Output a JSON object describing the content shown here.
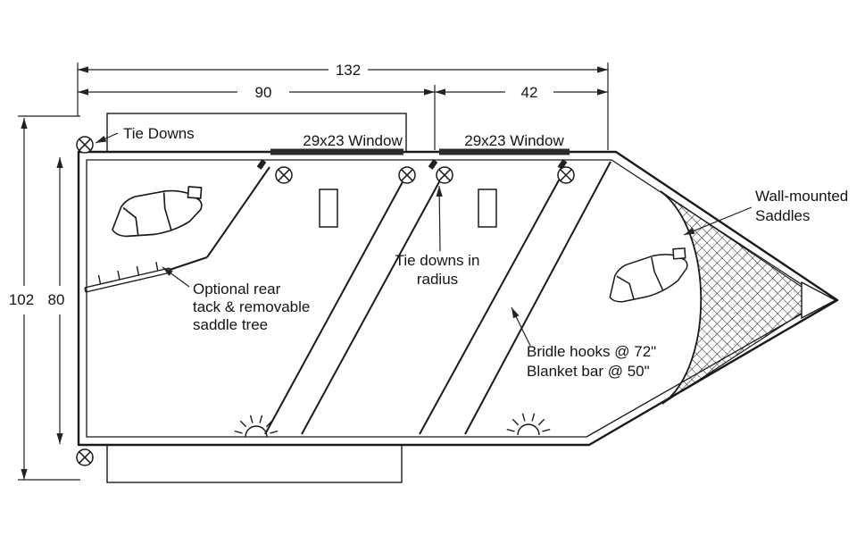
{
  "dimensions": {
    "overall_length": "132",
    "stall_area_length": "90",
    "nose_length": "42",
    "overall_width": "102",
    "interior_width": "80"
  },
  "annotations": {
    "tie_downs": "Tie Downs",
    "window_left": "29x23 Window",
    "window_right": "29x23 Window",
    "optional_rear": [
      "Optional rear",
      "tack & removable",
      "saddle tree"
    ],
    "tie_downs_radius": [
      "Tie downs in",
      "radius"
    ],
    "bridle_hooks": [
      "Bridle hooks @ 72\"",
      "Blanket bar @ 50\""
    ],
    "wall_mounted": [
      "Wall-mounted",
      "Saddles"
    ]
  },
  "colors": {
    "line": "#1a1a1a",
    "background": "#ffffff"
  }
}
